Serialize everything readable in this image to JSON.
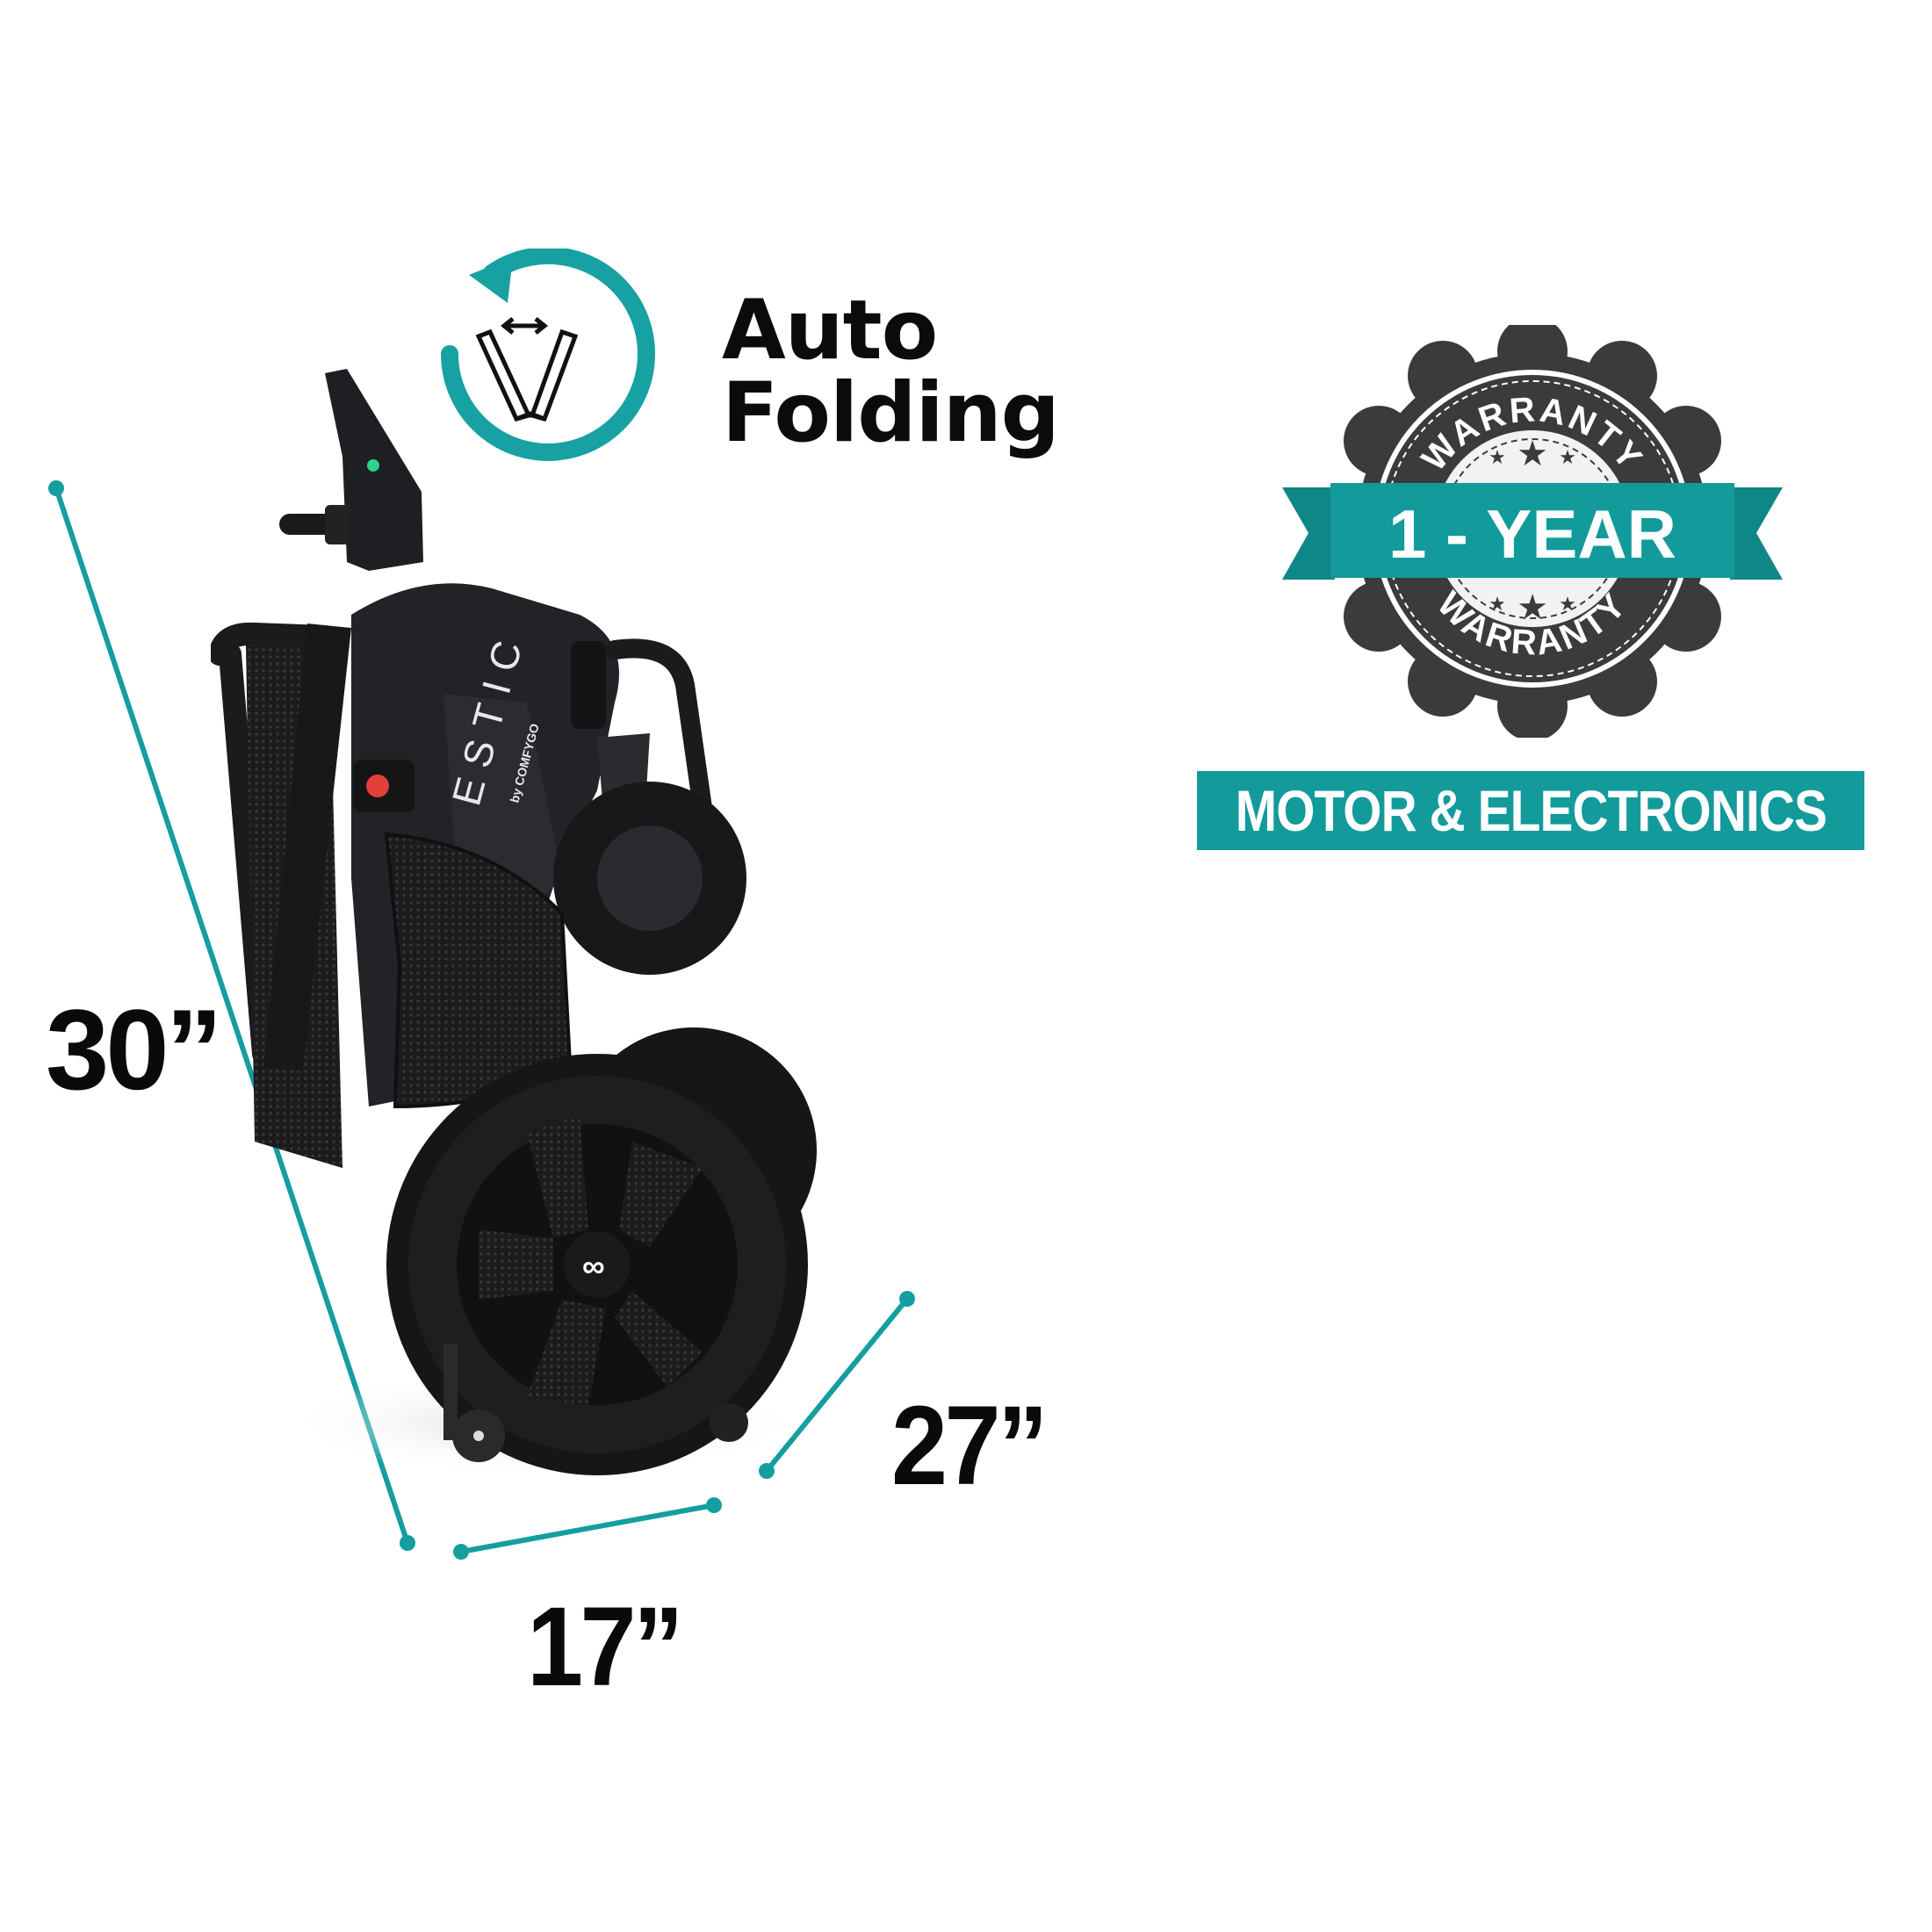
{
  "feature": {
    "icon": "auto-fold-rotate-icon",
    "title_line1": "Auto",
    "title_line2": "Folding"
  },
  "dimensions": {
    "height": "30”",
    "width": "17”",
    "depth": "27”"
  },
  "product": {
    "brand_text": "ESTIC",
    "brand_sub": "by COMFYGO"
  },
  "warranty": {
    "top_arc": "WARRANTY",
    "bottom_arc": "WARRANTY",
    "ribbon": "1 - YEAR",
    "coverage": "MOTOR & ELECTRONICS"
  },
  "colors": {
    "accent_teal": "#139a9b",
    "badge_dark": "#3b3b3d",
    "text_black": "#0b0b0b"
  }
}
